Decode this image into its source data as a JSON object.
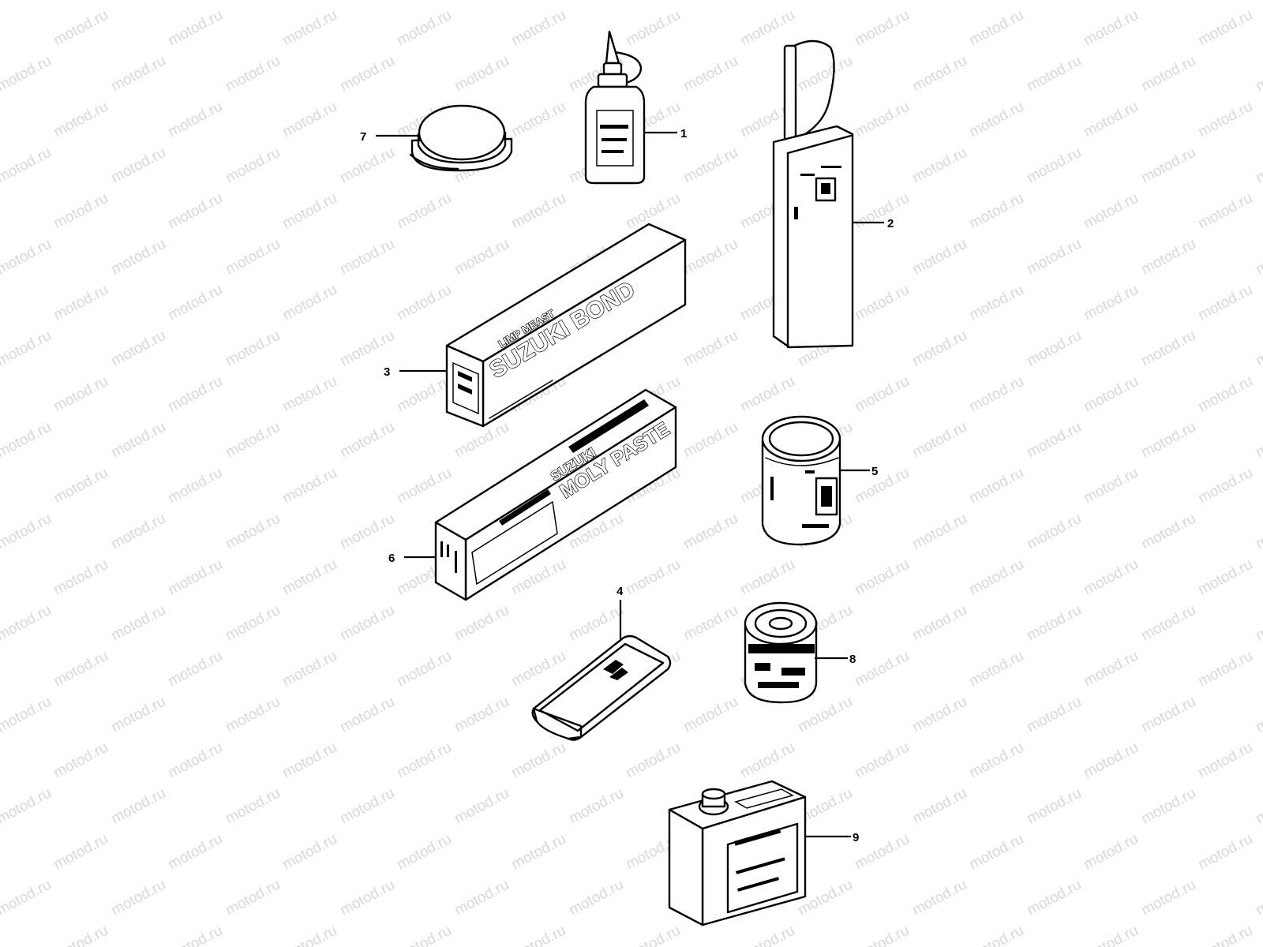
{
  "watermark": {
    "text": "motod.ru",
    "color": "#d8d8d8"
  },
  "parts": [
    {
      "id": "1",
      "label": "1",
      "icon": "squeeze-bottle-icon"
    },
    {
      "id": "2",
      "label": "2",
      "icon": "oil-can-with-spout-icon"
    },
    {
      "id": "3",
      "label": "3",
      "icon": "bond-box-icon",
      "box_text_small": "LIMP MEAST",
      "box_text": "SUZUKI BOND"
    },
    {
      "id": "4",
      "label": "4",
      "icon": "grease-case-icon"
    },
    {
      "id": "5",
      "label": "5",
      "icon": "tin-can-icon"
    },
    {
      "id": "6",
      "label": "6",
      "icon": "paste-box-icon",
      "box_text_line1": "SUZUKI",
      "box_text_line2": "MOLY PASTE"
    },
    {
      "id": "7",
      "label": "7",
      "icon": "grease-jar-icon"
    },
    {
      "id": "8",
      "label": "8",
      "icon": "small-tin-icon"
    },
    {
      "id": "9",
      "label": "9",
      "icon": "square-can-icon"
    }
  ]
}
